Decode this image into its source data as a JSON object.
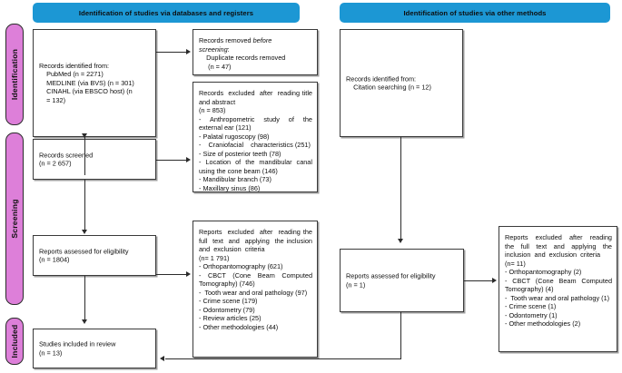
{
  "diagram": {
    "title": "PRISMA 2020 flow diagram",
    "colors": {
      "header_blue": "#1C97D4",
      "phase_pink": "#DD7FD9",
      "box_border": "#3A3A3A",
      "connector": "#2B2B2B",
      "background": "#FFFFFF"
    },
    "phases": [
      {
        "id": "identification",
        "label": "Identification"
      },
      {
        "id": "screening",
        "label": "Screening"
      },
      {
        "id": "included",
        "label": "Included"
      }
    ],
    "section_headers": [
      {
        "id": "databases",
        "label": "Identification of studies via databases and registers"
      },
      {
        "id": "other-methods",
        "label": "Identification of studies via other methods"
      }
    ],
    "boxes": {
      "records_identified": {
        "id": "records-identified-from-databases",
        "text": "Records identified from:\n    PubMed (n = 2271)\n    MEDLINE (via BVS) (n = 301)\n    CINAHL (via EBSCO host) (n\n    = 132)"
      },
      "records_removed": {
        "id": "records-removed-before-screening",
        "line1": "Records         removed         ",
        "line1_italic": "before",
        "line2_italic": "screening",
        "line2_rest": ":",
        "line3": "    Duplicate records removed\n     (n = 47)"
      },
      "records_excluded_title_abstract": {
        "id": "records-excluded-title-abstract",
        "text": "Records  excluded  after  reading title and abstract\n(n = 853)\n-   Anthropometric   study   of   the external ear (121)\n- Palatal rugoscopy (98)\n-    Craniofacial    characteristics (251)\n- Size of posterior teeth (78)\n- Location of the mandibular canal using the cone beam (146)\n- Mandibular branch (73)\n- Maxillary sinus (86)"
      },
      "records_screened": {
        "id": "records-screened",
        "text": "Records screened\n(n = 2 657)"
      },
      "reports_assessed_db": {
        "id": "reports-assessed-for-eligibility-databases",
        "text": "Reports assessed for eligibility\n(n = 1804)"
      },
      "reports_excluded_db": {
        "id": "reports-excluded-databases",
        "text": "Reports  excluded  after  reading the  full  text  and  applying  the inclusion  and  exclusion  criteria\n(n= 1 791)\n- Orthopantomography (621)\n-  CBCT  (Cone  Beam  Computed Tomography) (746)\n-  Tooth wear and oral pathology (97)\n- Crime scene (179)\n- Odontometry (79)\n- Review articles (25)\n- Other methodologies (44)"
      },
      "studies_included": {
        "id": "studies-included-in-review",
        "text": "Studies included in review\n(n = 13)"
      },
      "records_identified_other": {
        "id": "records-identified-citation-searching",
        "text": "Records identified from:\n    Citation searching (n = 12)"
      },
      "reports_assessed_other": {
        "id": "reports-assessed-for-eligibility-other",
        "text": "Reports assessed for eligibility\n(n = 1)"
      },
      "reports_excluded_other": {
        "id": "reports-excluded-other",
        "text": "Reports  excluded  after  reading the  full  text  and  applying  the inclusion  and  exclusion  criteria\n(n= 11)\n- Orthopantomography (2)\n-  CBCT  (Cone  Beam  Computed Tomography) (4)\n-  Tooth wear and oral pathology (1)\n- Crime scene (1)\n- Odontometry (1)\n- Other methodologies (2)"
      }
    }
  }
}
